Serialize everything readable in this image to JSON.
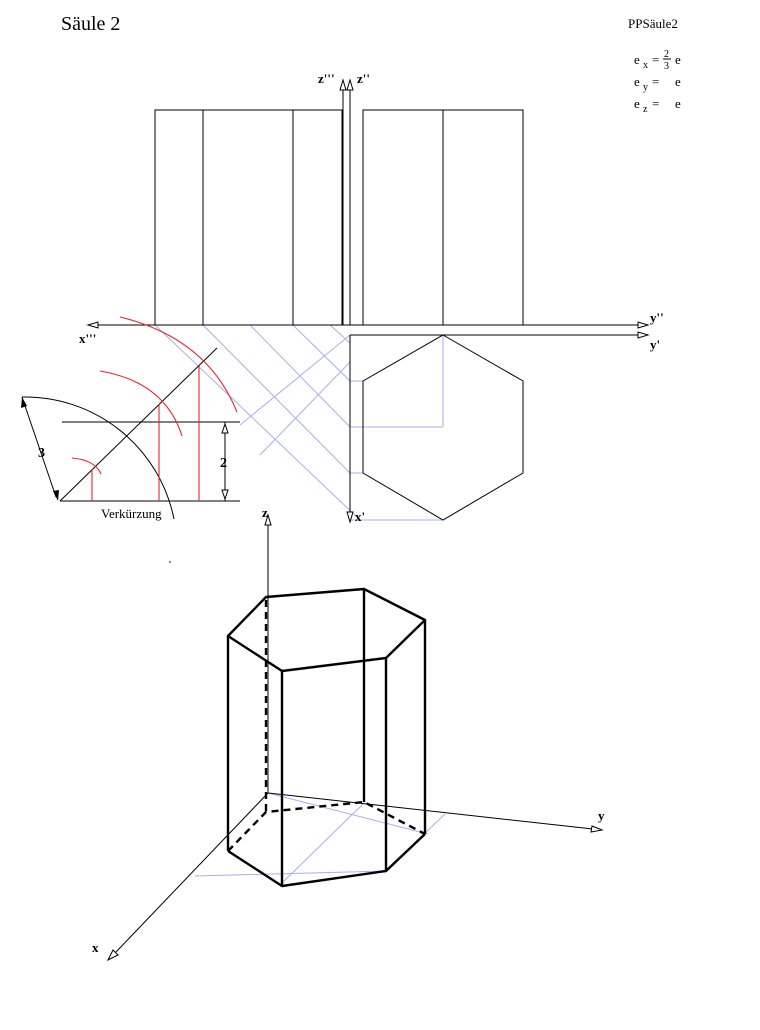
{
  "title": "Säule 2",
  "sheet_code": "PPSäule2",
  "scale_notes": {
    "ex_label": "e",
    "ex_sub": "x",
    "ex_eq": "=",
    "ex_num": "2",
    "ex_den": "3",
    "ex_e": "e",
    "ey_label": "e",
    "ey_sub": "y",
    "ey_eq": "=",
    "ey_e": "e",
    "ez_label": "e",
    "ez_sub": "z",
    "ez_eq": "=",
    "ez_e": "e"
  },
  "axes": {
    "z3": "z'''",
    "z2": "z''",
    "x3": "x'''",
    "y2": "y''",
    "y1": "y'",
    "x1": "x'",
    "z": "z",
    "y": "y",
    "x": "x"
  },
  "shortening": {
    "label": "Verkürzung",
    "value_3": "3",
    "value_2": "2"
  },
  "colors": {
    "line": "#000000",
    "construction": "#a8aef0",
    "shortening_arcs": "#e8242c"
  }
}
